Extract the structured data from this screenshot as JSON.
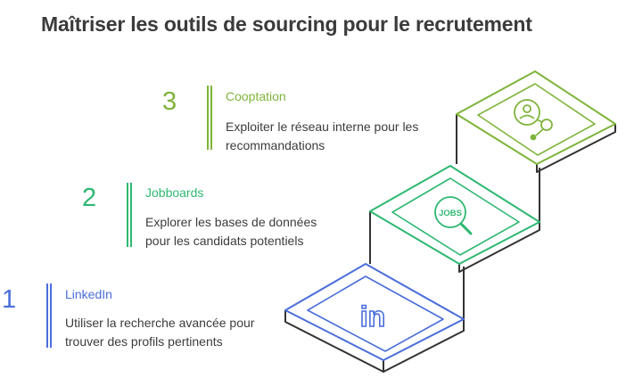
{
  "title": "Maîtriser les outils de sourcing pour le recrutement",
  "colors": {
    "step1": "#4a6ed9",
    "step2": "#2eb872",
    "step3": "#7fb43b",
    "stroke": "#333333",
    "text": "#3c3c3c"
  },
  "steps": [
    {
      "number": "1",
      "label": "LinkedIn",
      "desc_lines": [
        "Utiliser la recherche avancée pour",
        "trouver des profils pertinents"
      ],
      "icon": "linkedin-icon",
      "icon_text": "in"
    },
    {
      "number": "2",
      "label": "Jobboards",
      "desc_lines": [
        "Explorer les bases de données",
        "pour les candidats potentiels"
      ],
      "icon": "jobs-search-icon",
      "icon_text": "JOBS"
    },
    {
      "number": "3",
      "label": "Cooptation",
      "desc_lines": [
        "Exploiter le réseau interne pour les",
        "recommandations"
      ],
      "icon": "referral-network-icon"
    }
  ]
}
